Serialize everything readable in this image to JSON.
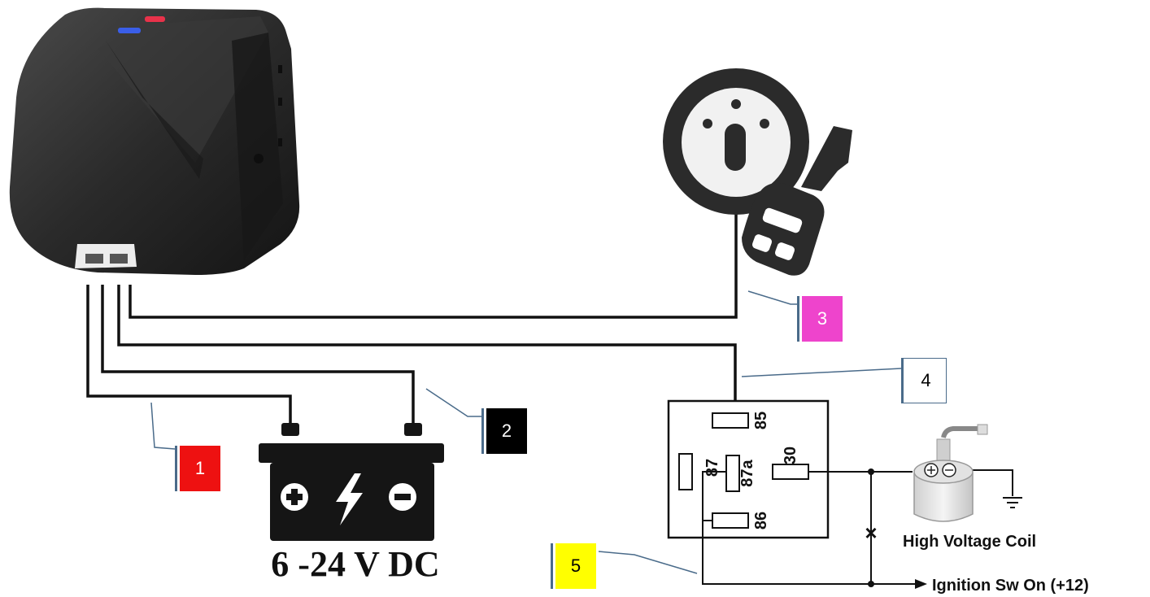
{
  "battery": {
    "voltage_label": "6 -24 V DC"
  },
  "relay": {
    "pins": [
      "85",
      "87",
      "87a",
      "30",
      "86"
    ]
  },
  "coil": {
    "label": "High Voltage Coil"
  },
  "ignition": {
    "label": "Ignition Sw On (+12)"
  },
  "cut_marker": "×",
  "callouts": [
    {
      "label": "1",
      "bg": "#ee1111",
      "color": "#ffffff"
    },
    {
      "label": "2",
      "bg": "#000000",
      "color": "#ffffff"
    },
    {
      "label": "3",
      "bg": "#ee44cc",
      "color": "#ffffff"
    },
    {
      "label": "4",
      "bg": "#ffffff",
      "color": "#000000"
    },
    {
      "label": "5",
      "bg": "#ffff00",
      "color": "#000000"
    }
  ],
  "colors": {
    "wire": "#111111",
    "leader": "#4a6b8a",
    "device": "#2b2b2b"
  }
}
